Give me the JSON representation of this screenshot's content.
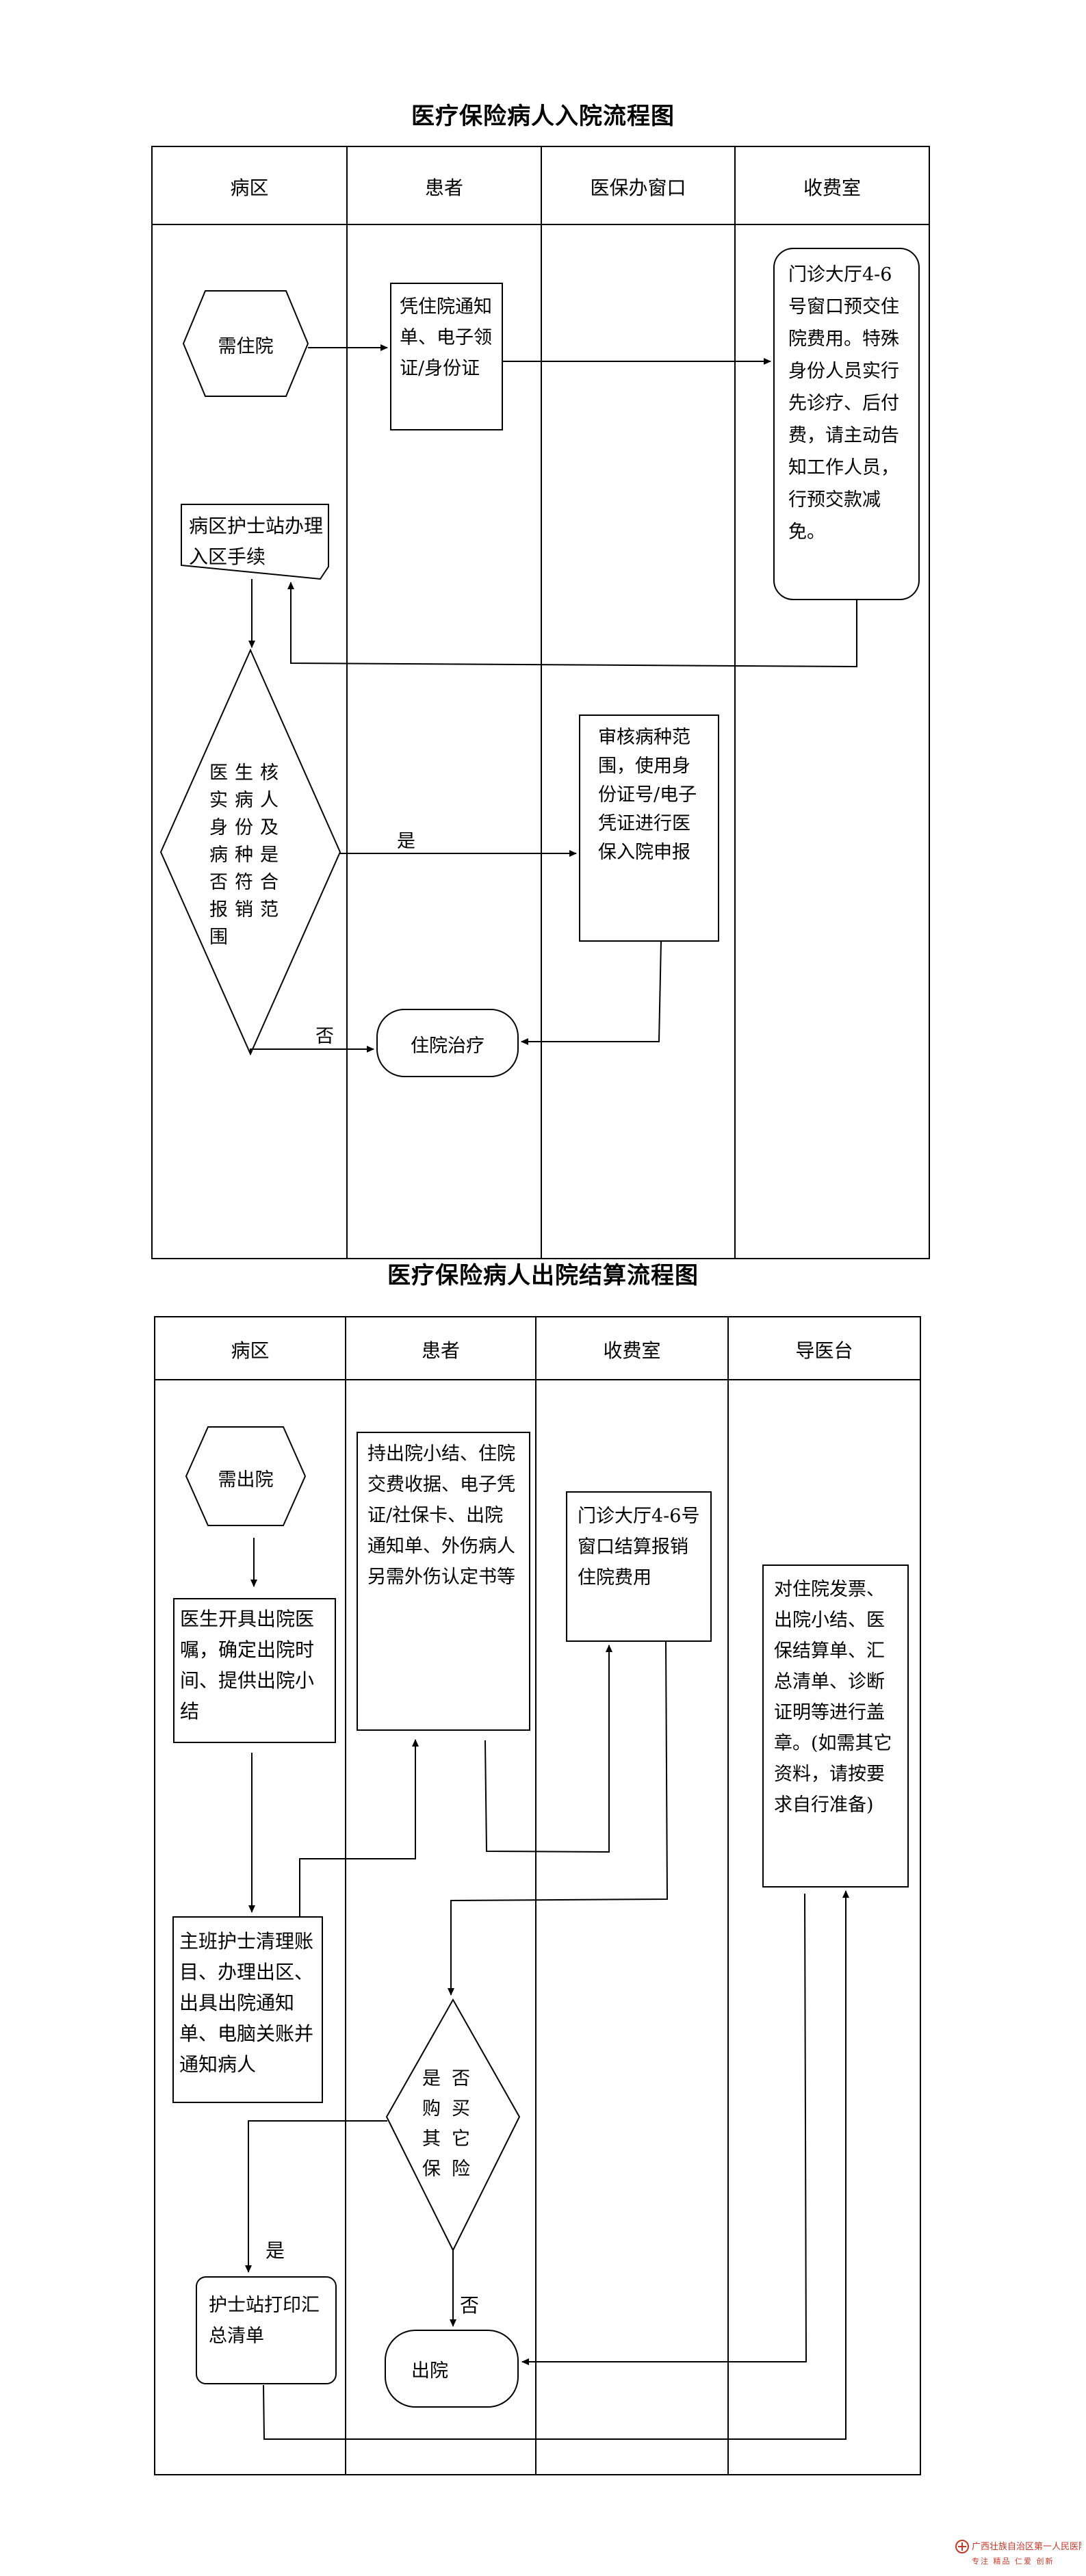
{
  "admission": {
    "title": "医疗保险病人入院流程图",
    "lanes": [
      "病区",
      "患者",
      "医保办窗口",
      "收费室"
    ],
    "nodes": {
      "start": "需住院",
      "patient_docs": "凭住院通知单、电子领证/身份证",
      "cashier": "门诊大厅4-6号窗口预交住院费用。特殊身份人员实行先诊疗、后付费，请主动告知工作人员，行预交款减免。",
      "nurse_station": "病区护士站办理入区手续",
      "decision": "医生核实病人身份及病种是否符合报销范围",
      "insurance_review": "审核病种范围，使用身份证号/电子凭证进行医保入院申报",
      "end": "住院治疗"
    },
    "labels": {
      "yes": "是",
      "no": "否"
    }
  },
  "discharge": {
    "title": "医疗保险病人出院结算流程图",
    "lanes": [
      "病区",
      "患者",
      "收费室",
      "导医台"
    ],
    "nodes": {
      "start": "需出院",
      "doctor": "医生开具出院医嘱，确定出院时间、提供出院小结",
      "patient_docs": "持出院小结、住院交费收据、电子凭证/社保卡、出院通知单、外伤病人另需外伤认定书等",
      "cashier": "门诊大厅4-6号窗口结算报销住院费用",
      "guide": "对住院发票、出院小结、医保结算单、汇总清单、诊断证明等进行盖章。(如需其它资料，请按要求自行准备)",
      "nurse": "主班护士清理账目、办理出区、出具出院通知单、电脑关账并通知病人",
      "decision": "是否购买其它保险",
      "print": "护士站打印汇总清单",
      "end": "出院"
    },
    "labels": {
      "yes": "是",
      "no": "否"
    }
  },
  "watermark": {
    "brand": "广西壮族自治区第一人民医院",
    "tagline": "专注 精品 仁爱 创新"
  }
}
